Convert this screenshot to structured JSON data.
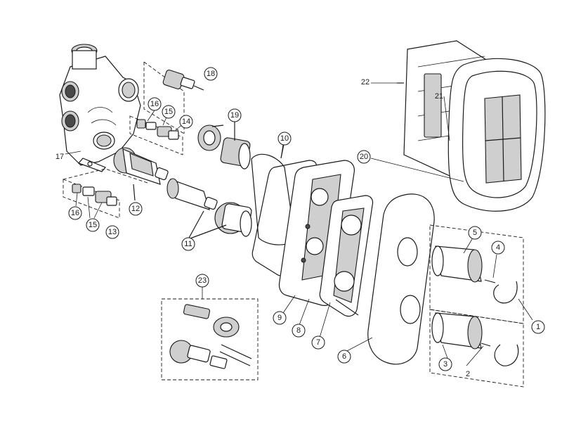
{
  "callouts": {
    "c1": "1",
    "c2": "2",
    "c3": "3",
    "c4": "4",
    "c5": "5",
    "c6": "6",
    "c7": "7",
    "c8": "8",
    "c9": "9",
    "c10": "10",
    "c11": "11",
    "c12": "12",
    "c13": "13",
    "c14": "14",
    "c15a": "15",
    "c15b": "15",
    "c16a": "16",
    "c16b": "16",
    "c17": "17",
    "c18": "18",
    "c19": "19",
    "c20": "20",
    "c21": "21",
    "c22": "22",
    "c23": "23"
  },
  "colors": {
    "line": "#1a1a1a",
    "fill_grey": "#cfcfcf",
    "fill_dark": "#4a4a4a",
    "background": "#ffffff"
  }
}
